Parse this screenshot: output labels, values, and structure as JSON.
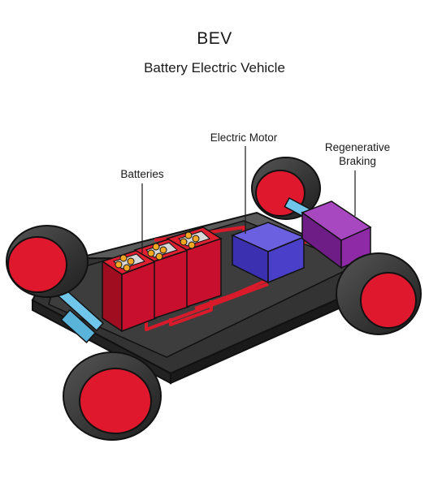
{
  "header": {
    "title": "BEV",
    "subtitle": "Battery Electric Vehicle"
  },
  "labels": {
    "batteries": "Batteries",
    "electric_motor": "Electric Motor",
    "regenerative_braking_line1": "Regenerative",
    "regenerative_braking_line2": "Braking"
  },
  "colors": {
    "chassis": "#3a3a3a",
    "wheel_tire": "#2e2e2e",
    "wheel_hub": "#e0182d",
    "axle": "#6fc6ea",
    "battery": "#c8102e",
    "battery_terminal": "#f5a623",
    "electric_motor": "#4a3fc8",
    "regenerative_braking": "#8e2aa6",
    "wiring": "#d91a2a"
  }
}
